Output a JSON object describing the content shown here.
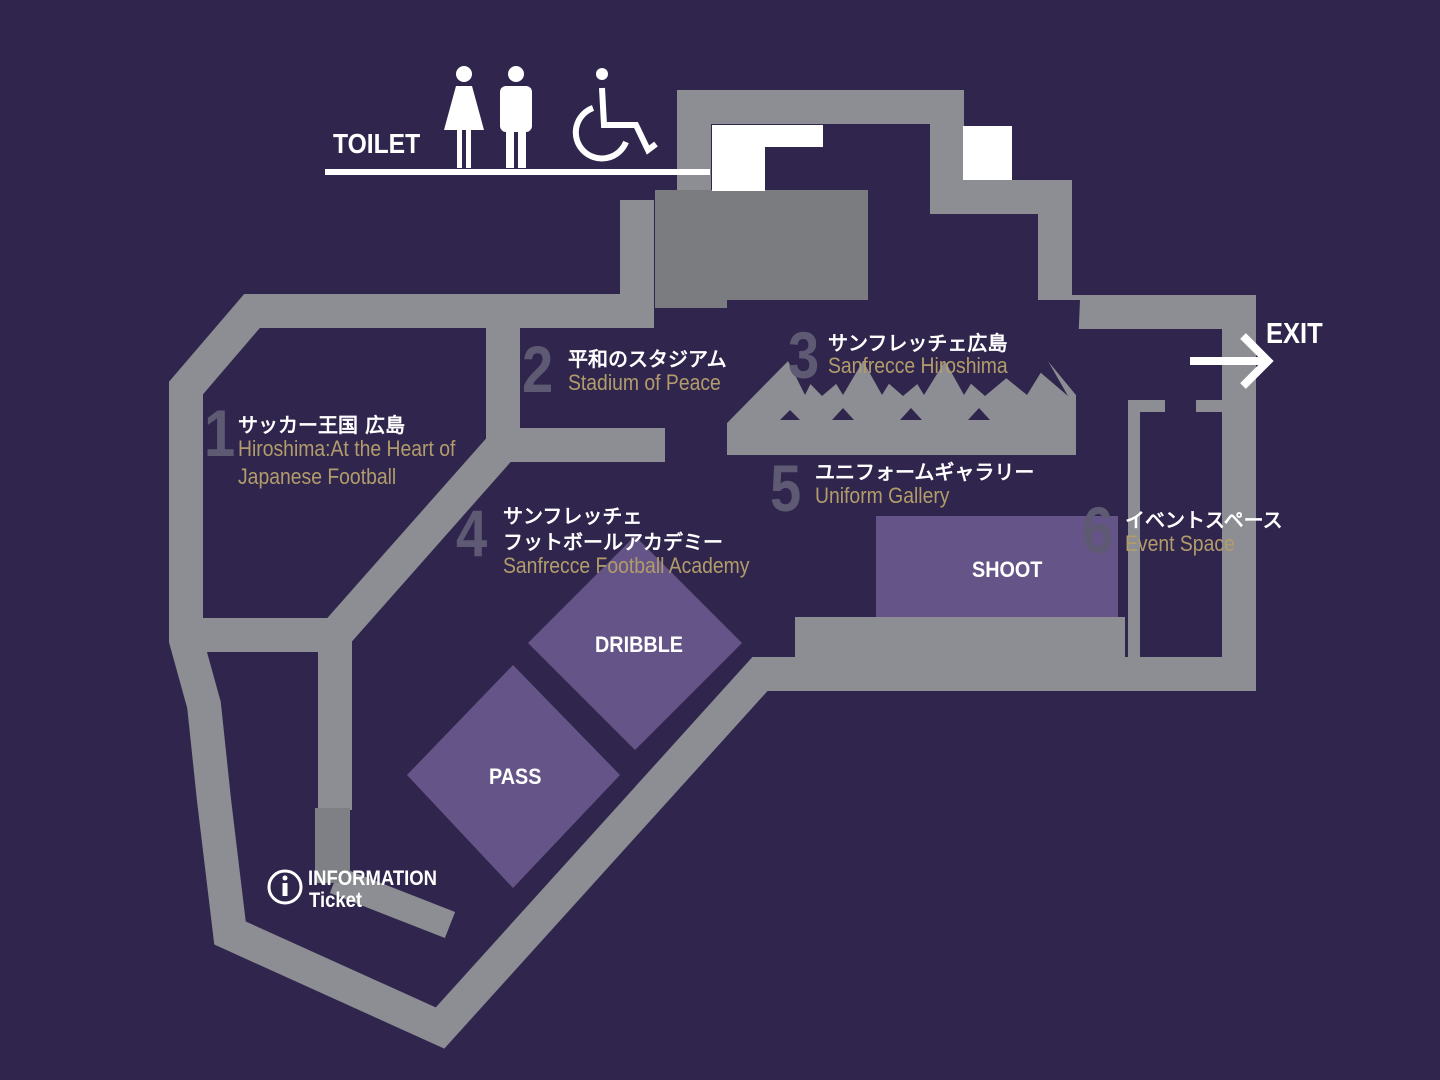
{
  "colors": {
    "background": "#30264d",
    "wall": "#8c8e93",
    "zone": "#655487",
    "english_text": "#b29c6b",
    "number": "#5f5a73"
  },
  "toilet": {
    "label": "TOILET",
    "icons": [
      "woman-icon",
      "man-icon",
      "wheelchair-icon"
    ]
  },
  "exit": {
    "label": "EXIT",
    "icon": "arrow-right-icon"
  },
  "information": {
    "line1": "INFORMATION",
    "line2": "Ticket",
    "icon": "info-icon"
  },
  "areas": [
    {
      "number": "1",
      "jp": "サッカー王国 広島",
      "en_line1": "Hiroshima:At the Heart of",
      "en_line2": "Japanese Football"
    },
    {
      "number": "2",
      "jp": "平和のスタジアム",
      "en_line1": "Stadium of Peace"
    },
    {
      "number": "3",
      "jp": "サンフレッチェ広島",
      "en_line1": "Sanfrecce Hiroshima"
    },
    {
      "number": "4",
      "jp": "サンフレッチェ",
      "jp_line2": "フットボールアカデミー",
      "en_line1": "Sanfrecce Football Academy"
    },
    {
      "number": "5",
      "jp": "ユニフォームギャラリー",
      "en_line1": "Uniform Gallery"
    },
    {
      "number": "6",
      "jp": "イベントスペース",
      "en_line1": "Event Space"
    }
  ],
  "zones": {
    "dribble": "DRIBBLE",
    "pass": "PASS",
    "shoot": "SHOOT"
  }
}
